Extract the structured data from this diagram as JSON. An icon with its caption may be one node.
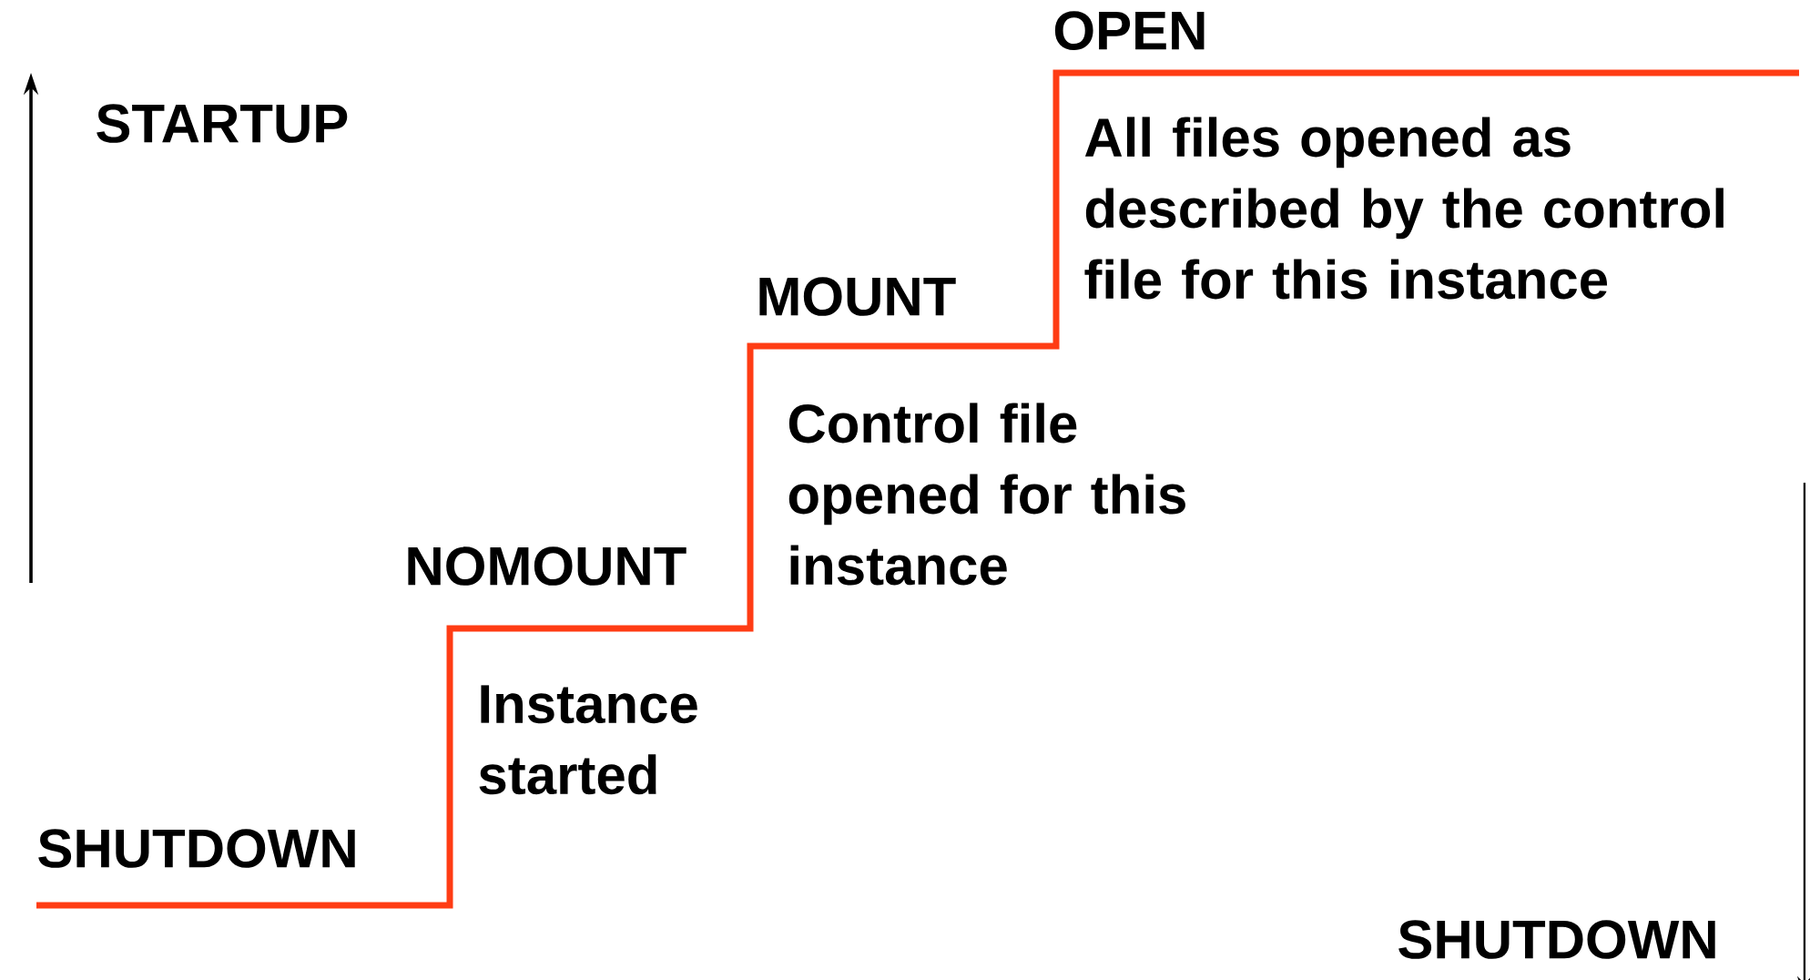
{
  "diagram": {
    "labels": [
      "OPEN",
      "STARTUP",
      "All files opened as described by the control file for this instance",
      "MOUNT",
      "Control file opened for this instance",
      "NOMOUNT",
      "Instance started",
      "SHUTDOWN",
      "SHUTDOWN"
    ]
  }
}
